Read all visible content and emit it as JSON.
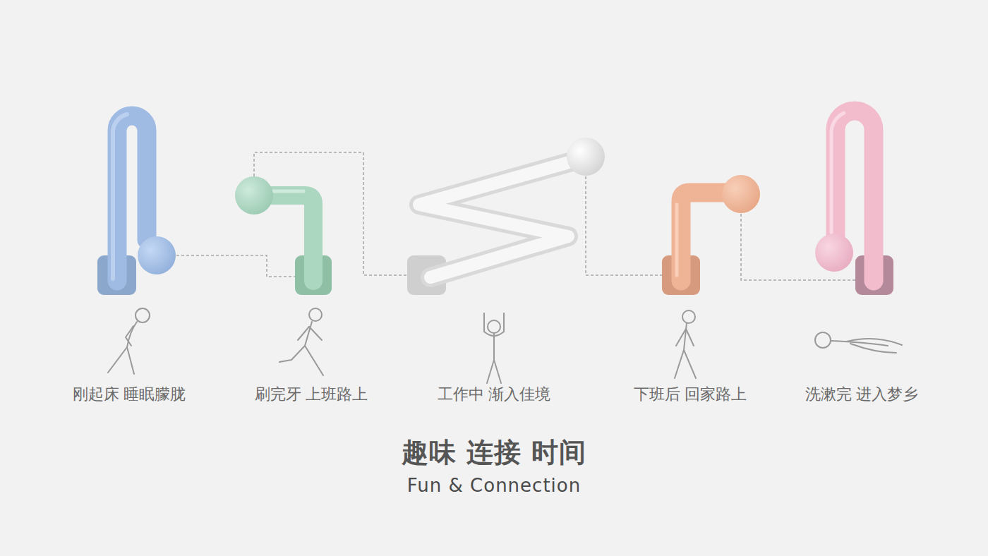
{
  "diagram": {
    "title": "趣味 连接 时间",
    "caption": "Fun & Connection",
    "nodes": [
      {
        "text": [
          "刚起床 睡眠朦胧"
        ]
      },
      {
        "text": [
          "刷完牙 上班路上"
        ]
      },
      {
        "text": [
          "工作中 渐入佳境"
        ]
      },
      {
        "text": [
          "下班后 回家路上"
        ]
      },
      {
        "text": [
          "洗漱完 进入梦乡"
        ]
      }
    ],
    "edges": [
      {
        "from": 0,
        "to": 1,
        "arrow": "none"
      },
      {
        "from": 1,
        "to": 2,
        "arrow": "none"
      },
      {
        "from": 2,
        "to": 3,
        "arrow": "none"
      },
      {
        "from": 3,
        "to": 4,
        "arrow": "none"
      }
    ]
  }
}
